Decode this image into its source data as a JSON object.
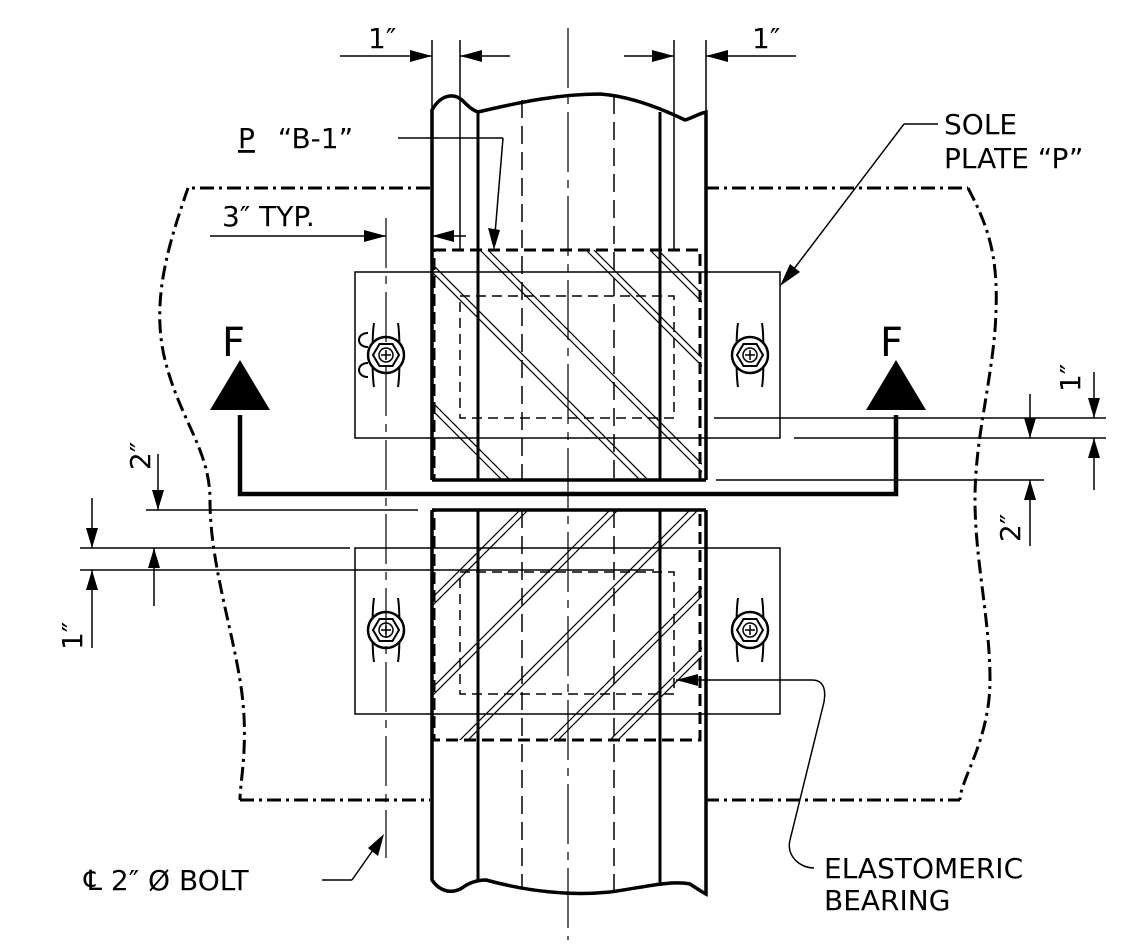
{
  "labels": {
    "dim_top_left": "1″",
    "dim_top_right": "1″",
    "plate_b1": "ℙ̲ “B-1”",
    "plate_symbol": "P",
    "plate_b1_text": "“B-1”",
    "typ_dim": "3″ TYP.",
    "sole_plate_line1": "SOLE",
    "sole_plate_line2": "PLATE “P”",
    "section_left": "F",
    "section_right": "F",
    "dim_right_upper": "1″",
    "dim_right_lower": "2″",
    "dim_left_upper": "2″",
    "dim_left_lower": "1″",
    "bolt_label": "℄ 2″ Ø BOLT",
    "elastomeric_line1": "ELASTOMERIC",
    "elastomeric_line2": "BEARING"
  },
  "colors": {
    "ink": "#000000",
    "paper": "#ffffff"
  }
}
